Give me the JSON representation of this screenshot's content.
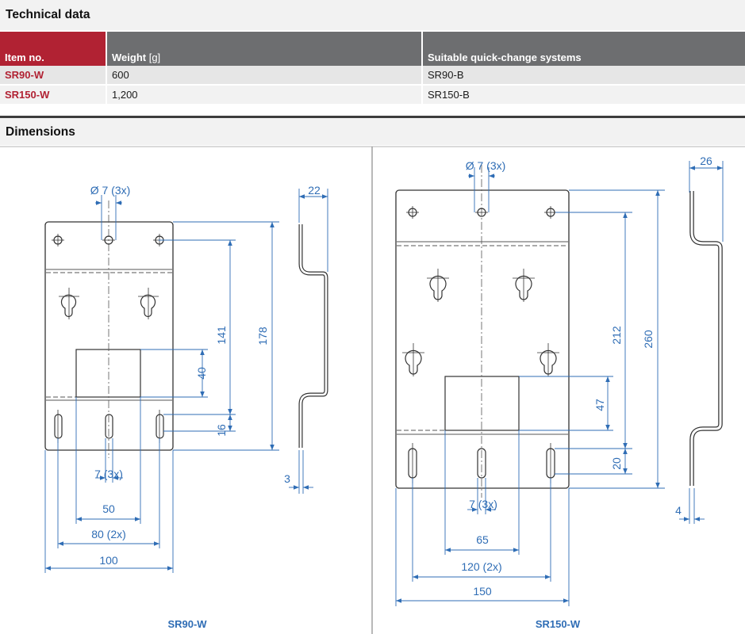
{
  "technical_data": {
    "heading": "Technical data",
    "columns": {
      "item_no": "Item no.",
      "weight": "Weight",
      "weight_unit": "[g]",
      "systems": "Suitable quick-change systems"
    },
    "rows": [
      {
        "item": "SR90-W",
        "weight": "600",
        "system": "SR90-B"
      },
      {
        "item": "SR150-W",
        "weight": "1,200",
        "system": "SR150-B"
      }
    ]
  },
  "dimensions": {
    "heading": "Dimensions",
    "sr90": {
      "caption": "SR90-W",
      "hole_dia": "Ø 7 (3x)",
      "thickness_top": "22",
      "dim_141": "141",
      "dim_178": "178",
      "dim_40": "40",
      "dim_16": "16",
      "dim_3": "3",
      "slot_width": "7 (3x)",
      "dim_50": "50",
      "dim_80": "80 (2x)",
      "dim_100": "100"
    },
    "sr150": {
      "caption": "SR150-W",
      "hole_dia": "Ø 7 (3x)",
      "thickness_top": "26",
      "dim_212": "212",
      "dim_260": "260",
      "dim_47": "47",
      "dim_20": "20",
      "dim_4": "4",
      "slot_width": "7 (3x)",
      "dim_65": "65",
      "dim_120": "120 (2x)",
      "dim_150": "150"
    }
  },
  "colors": {
    "brand_red": "#b12233",
    "header_gray": "#6d6e70",
    "dimension_blue": "#2f6db5"
  }
}
